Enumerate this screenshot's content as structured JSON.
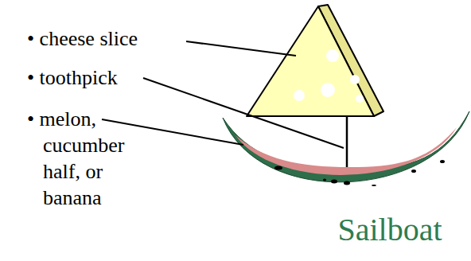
{
  "diagram": {
    "title": "Sailboat",
    "labels": [
      "• cheese slice",
      "• toothpick",
      "• melon, cucumber half, or banana"
    ]
  }
}
